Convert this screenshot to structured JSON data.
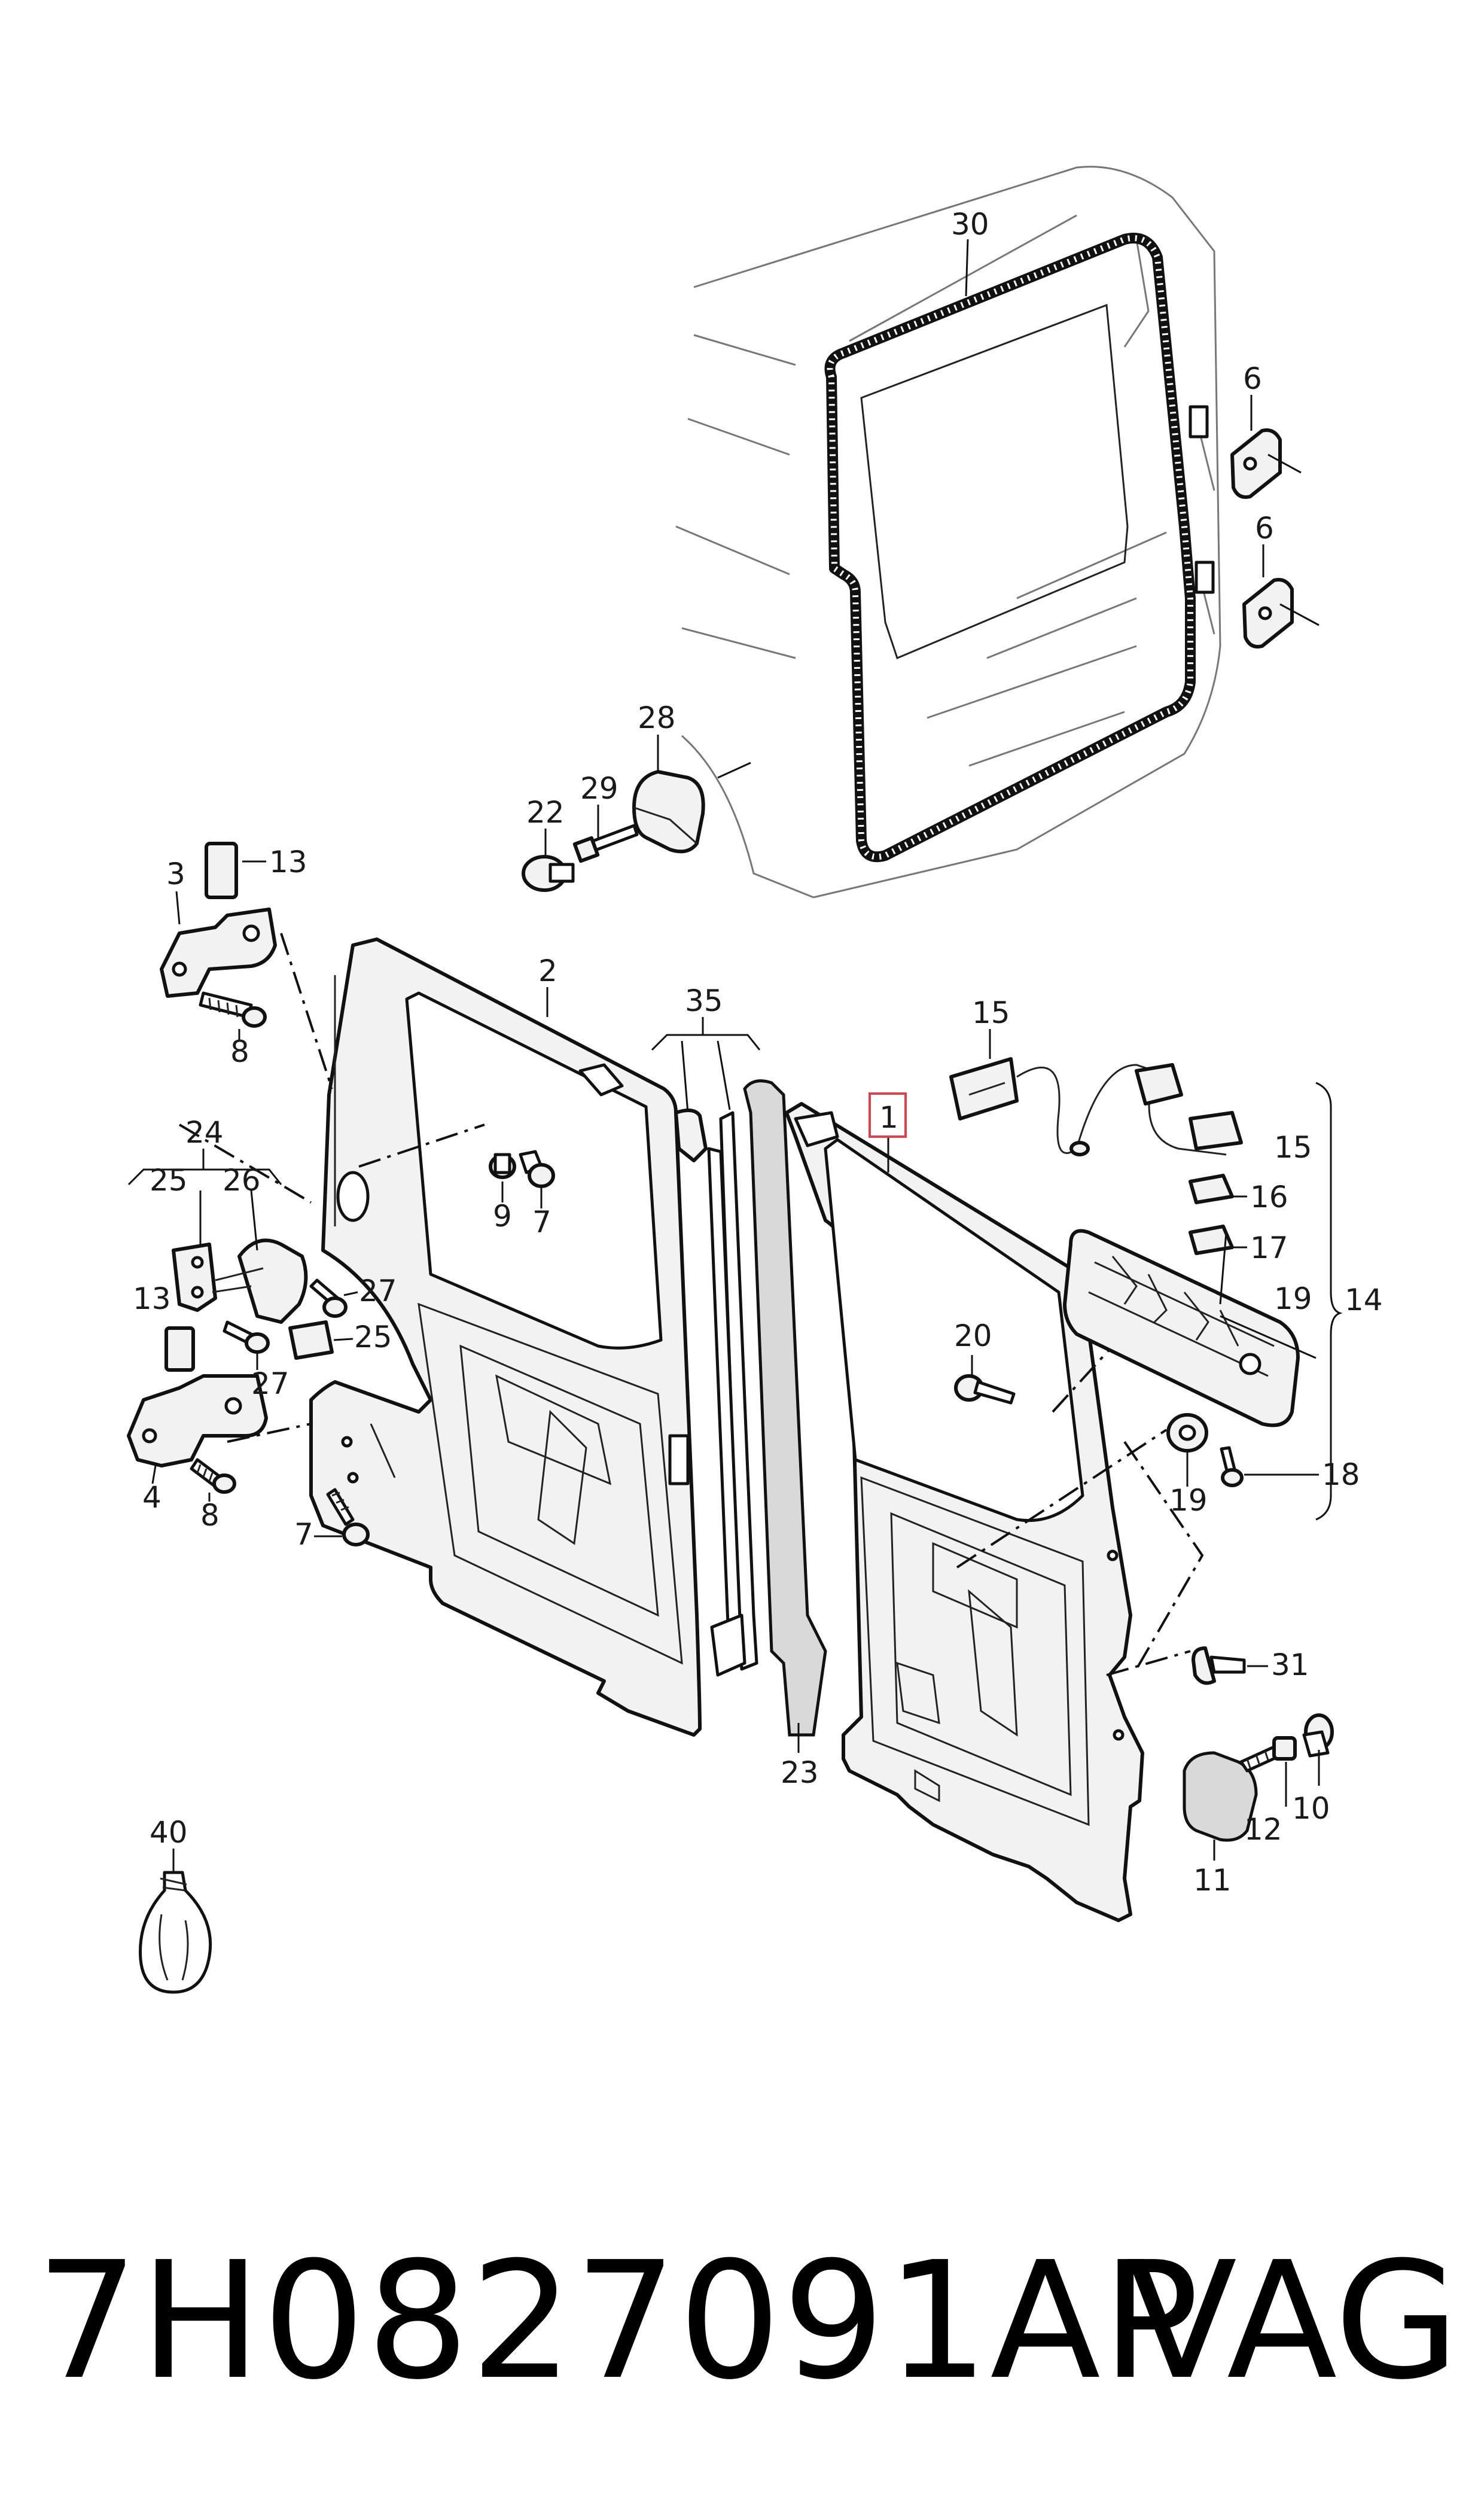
{
  "callouts": [
    {
      "id": "label-30",
      "text": "30"
    },
    {
      "id": "label-6a",
      "text": "6"
    },
    {
      "id": "label-6b",
      "text": "6"
    },
    {
      "id": "label-28",
      "text": "28"
    },
    {
      "id": "label-22",
      "text": "22"
    },
    {
      "id": "label-29",
      "text": "29"
    },
    {
      "id": "label-13a",
      "text": "13"
    },
    {
      "id": "label-3",
      "text": "3"
    },
    {
      "id": "label-8a",
      "text": "8"
    },
    {
      "id": "label-2",
      "text": "2"
    },
    {
      "id": "label-35",
      "text": "35"
    },
    {
      "id": "label-15a",
      "text": "15"
    },
    {
      "id": "label-1",
      "text": "1"
    },
    {
      "id": "label-24",
      "text": "24"
    },
    {
      "id": "label-25a",
      "text": "25"
    },
    {
      "id": "label-26",
      "text": "26"
    },
    {
      "id": "label-9",
      "text": "9"
    },
    {
      "id": "label-7a",
      "text": "7"
    },
    {
      "id": "label-15b",
      "text": "15"
    },
    {
      "id": "label-16",
      "text": "16"
    },
    {
      "id": "label-17",
      "text": "17"
    },
    {
      "id": "label-19a",
      "text": "19"
    },
    {
      "id": "label-14",
      "text": "14"
    },
    {
      "id": "label-27a",
      "text": "27"
    },
    {
      "id": "label-13b",
      "text": "13"
    },
    {
      "id": "label-25b",
      "text": "25"
    },
    {
      "id": "label-20",
      "text": "20"
    },
    {
      "id": "label-27b",
      "text": "27"
    },
    {
      "id": "label-19b",
      "text": "19"
    },
    {
      "id": "label-18",
      "text": "18"
    },
    {
      "id": "label-4",
      "text": "4"
    },
    {
      "id": "label-8b",
      "text": "8"
    },
    {
      "id": "label-7b",
      "text": "7"
    },
    {
      "id": "label-31",
      "text": "31"
    },
    {
      "id": "label-23",
      "text": "23"
    },
    {
      "id": "label-10",
      "text": "10"
    },
    {
      "id": "label-12",
      "text": "12"
    },
    {
      "id": "label-11",
      "text": "11"
    },
    {
      "id": "label-40",
      "text": "40"
    }
  ],
  "highlight_color": "#e0404a",
  "footer": {
    "part_number": "7H0827091AP",
    "brand": "VAG"
  }
}
